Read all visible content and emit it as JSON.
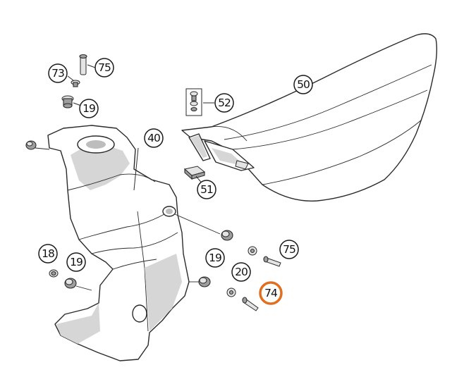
{
  "diagram": {
    "callouts": [
      {
        "id": "c50",
        "label": "50",
        "highlighted": false
      },
      {
        "id": "c52",
        "label": "52",
        "highlighted": false
      },
      {
        "id": "c51",
        "label": "51",
        "highlighted": false
      },
      {
        "id": "c40",
        "label": "40",
        "highlighted": false
      },
      {
        "id": "c73",
        "label": "73",
        "highlighted": false
      },
      {
        "id": "c75a",
        "label": "75",
        "highlighted": false
      },
      {
        "id": "c19a",
        "label": "19",
        "highlighted": false
      },
      {
        "id": "c18",
        "label": "18",
        "highlighted": false
      },
      {
        "id": "c19b",
        "label": "19",
        "highlighted": false
      },
      {
        "id": "c19c",
        "label": "19",
        "highlighted": false
      },
      {
        "id": "c20",
        "label": "20",
        "highlighted": false
      },
      {
        "id": "c75b",
        "label": "75",
        "highlighted": false
      },
      {
        "id": "c74",
        "label": "74",
        "highlighted": true
      }
    ],
    "highlight_color": "#e07020"
  }
}
